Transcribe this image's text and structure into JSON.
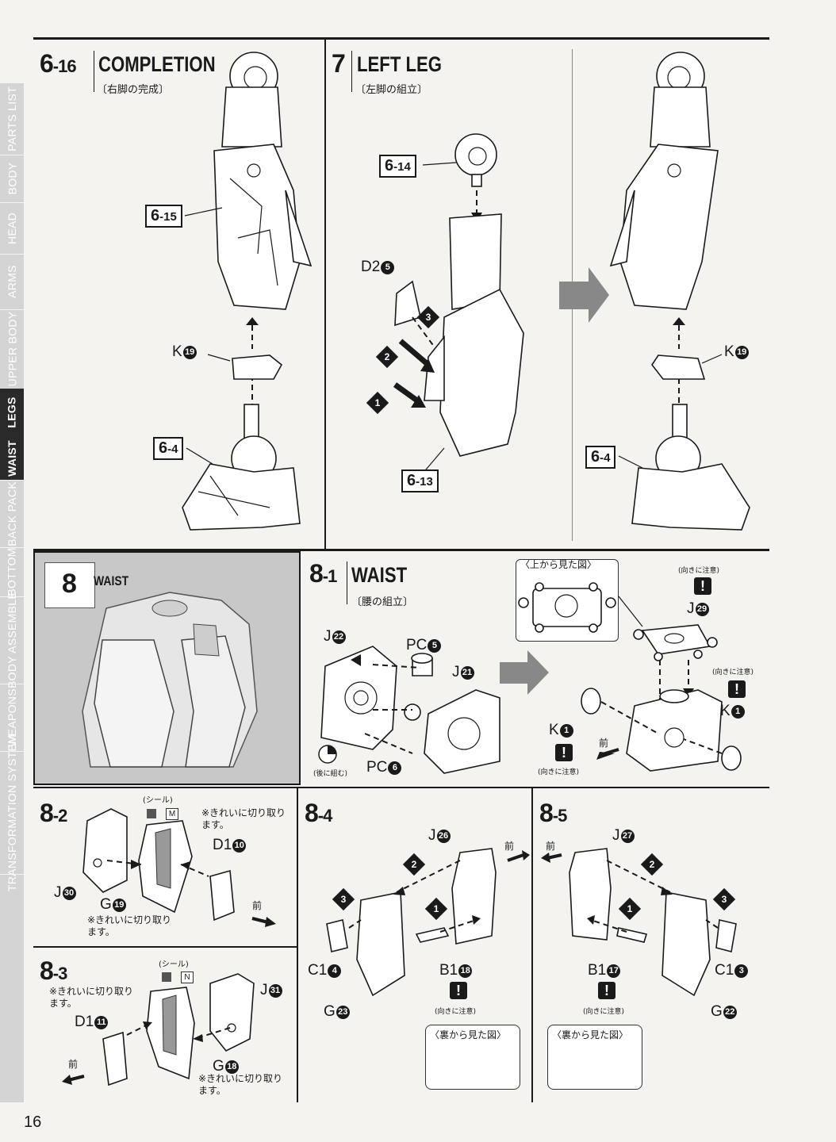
{
  "page_number": "16",
  "sidebar": {
    "tabs": [
      {
        "label": "PARTS LIST",
        "active": false
      },
      {
        "label": "BODY",
        "active": false
      },
      {
        "label": "HEAD",
        "active": false
      },
      {
        "label": "ARMS",
        "active": false
      },
      {
        "label": "UPPER BODY",
        "active": false
      },
      {
        "label": "LEGS",
        "active": true
      },
      {
        "label": "WAIST",
        "active": true
      },
      {
        "label": "BACK PACK",
        "active": false
      },
      {
        "label": "BOTTOM",
        "active": false
      },
      {
        "label": "BODY ASSEMBLE",
        "active": false
      },
      {
        "label": "WEAPONS",
        "active": false
      },
      {
        "label": "TRANSFORMATION SYSTEM",
        "active": false
      }
    ]
  },
  "step_6_16": {
    "num": "6",
    "sub": "-16",
    "title": "COMPLETION",
    "subtitle": "〔右脚の完成〕",
    "refs": [
      {
        "main": "6",
        "sub": "-15"
      },
      {
        "main": "6",
        "sub": "-4"
      }
    ],
    "part_k": {
      "letter": "K",
      "num": "19"
    }
  },
  "step_7": {
    "num": "7",
    "title": "LEFT LEG",
    "subtitle": "〔左脚の組立〕",
    "refs": [
      {
        "main": "6",
        "sub": "-14"
      },
      {
        "main": "6",
        "sub": "-13"
      }
    ],
    "part_d2": {
      "letter": "D2",
      "num": "5"
    },
    "seq": [
      "1",
      "2",
      "3"
    ]
  },
  "step_7_result": {
    "part_k": {
      "letter": "K",
      "num": "19"
    },
    "ref": {
      "main": "6",
      "sub": "-4"
    }
  },
  "step_8": {
    "num": "8",
    "title": "WAIST"
  },
  "step_8_1": {
    "num": "8",
    "sub": "-1",
    "title": "WAIST",
    "subtitle": "〔腰の組立〕",
    "top_view_label": "〈上から見た図〉",
    "caution": "(向きに注意)",
    "back_note": "(後に組む)",
    "front": "前",
    "parts": {
      "j22": {
        "letter": "J",
        "num": "22"
      },
      "pc5": {
        "letter": "PC",
        "num": "5"
      },
      "j21": {
        "letter": "J",
        "num": "21"
      },
      "pc6": {
        "letter": "PC",
        "num": "6"
      },
      "j29": {
        "letter": "J",
        "num": "29"
      },
      "k1a": {
        "letter": "K",
        "num": "1"
      },
      "k1b": {
        "letter": "K",
        "num": "1"
      }
    }
  },
  "step_8_2": {
    "num": "8",
    "sub": "-2",
    "seal": "(シール)",
    "seal_letter": "M",
    "note": "※きれいに切り取ります。",
    "front": "前",
    "parts": {
      "d1": {
        "letter": "D1",
        "num": "10"
      },
      "j30": {
        "letter": "J",
        "num": "30"
      },
      "g19": {
        "letter": "G",
        "num": "19"
      }
    }
  },
  "step_8_3": {
    "num": "8",
    "sub": "-3",
    "seal": "(シール)",
    "seal_letter": "N",
    "note": "※きれいに切り取ります。",
    "front": "前",
    "parts": {
      "d1": {
        "letter": "D1",
        "num": "11"
      },
      "j31": {
        "letter": "J",
        "num": "31"
      },
      "g18": {
        "letter": "G",
        "num": "18"
      }
    }
  },
  "step_8_4": {
    "num": "8",
    "sub": "-4",
    "front": "前",
    "caution": "(向きに注意)",
    "back_view": "〈裏から見た図〉",
    "parts": {
      "j26": {
        "letter": "J",
        "num": "26"
      },
      "c1": {
        "letter": "C1",
        "num": "4"
      },
      "b1": {
        "letter": "B1",
        "num": "18"
      },
      "g": {
        "letter": "G",
        "num": "23"
      }
    }
  },
  "step_8_5": {
    "num": "8",
    "sub": "-5",
    "front": "前",
    "caution": "(向きに注意)",
    "back_view": "〈裏から見た図〉",
    "parts": {
      "j27": {
        "letter": "J",
        "num": "27"
      },
      "b1": {
        "letter": "B1",
        "num": "17"
      },
      "c1": {
        "letter": "C1",
        "num": "3"
      },
      "g": {
        "letter": "G",
        "num": "22"
      }
    }
  }
}
